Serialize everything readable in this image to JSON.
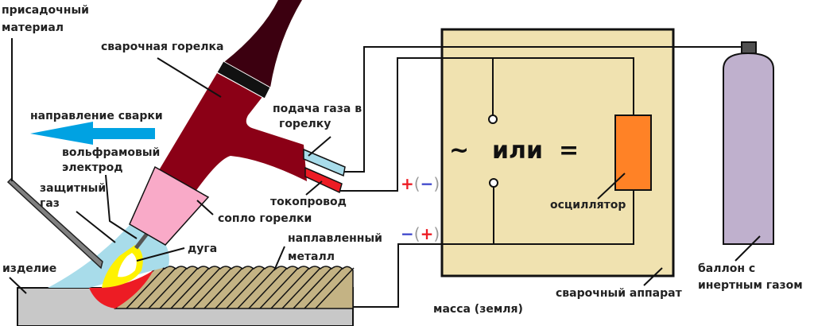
{
  "labels": {
    "filler_1": "присадочный",
    "filler_2": "материал",
    "torch": "сварочная горелка",
    "direction": "направление сварки",
    "electrode_1": "вольфрамовый",
    "electrode_2": "электрод",
    "shield_gas_1": "защитный",
    "shield_gas_2": "газ",
    "workpiece": "изделие",
    "gas_supply_1": "подача газа в",
    "gas_supply_2": "горелку",
    "current_lead": "токопровод",
    "nozzle": "сопло горелки",
    "arc": "дуга",
    "deposited_1": "наплавленный",
    "deposited_2": "металл",
    "oscillator": "осциллятор",
    "welder": "сварочный аппарат",
    "ground": "масса (земля)",
    "cylinder_1": "баллон с",
    "cylinder_2": "инертным газом"
  },
  "machine": {
    "ac_symbol": "~",
    "or_text": "или",
    "dc_symbol": "="
  },
  "polarity": {
    "torch_plus": "+",
    "torch_open": "(",
    "torch_minus": "−",
    "torch_close": ")",
    "ground_minus": "−",
    "ground_open": "(",
    "ground_plus": "+",
    "ground_close": ")"
  },
  "colors": {
    "torch_body": "#8b0016",
    "handle": "#3c0010",
    "nozzle": "#f9aac8",
    "gas": "#a8dcea",
    "arrow": "#00a2e2",
    "machine": "#f0e2b0",
    "oscillator": "#ff8226",
    "cylinder": "#bfb0cd",
    "bead": "#c4b384",
    "pool": "#ed1c24",
    "arc": "#fff200",
    "workpiece": "#c8c8c8",
    "plus": "#ed1c24",
    "minus": "#3f48cc"
  }
}
